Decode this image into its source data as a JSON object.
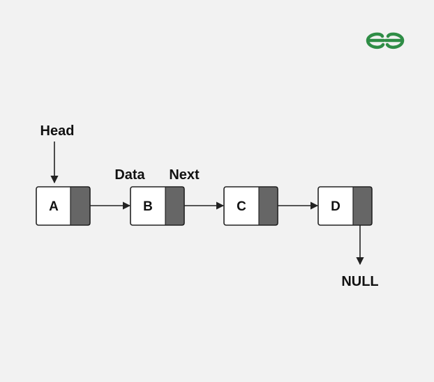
{
  "logo": {
    "text": "GG",
    "color": "#2f8d46"
  },
  "labels": {
    "head": "Head",
    "data": "Data",
    "next": "Next",
    "null": "NULL"
  },
  "nodes": [
    {
      "value": "A"
    },
    {
      "value": "B"
    },
    {
      "value": "C"
    },
    {
      "value": "D"
    }
  ],
  "colors": {
    "background": "#f2f2f2",
    "node_fill": "#ffffff",
    "pointer_fill": "#666666",
    "stroke": "#222222"
  }
}
